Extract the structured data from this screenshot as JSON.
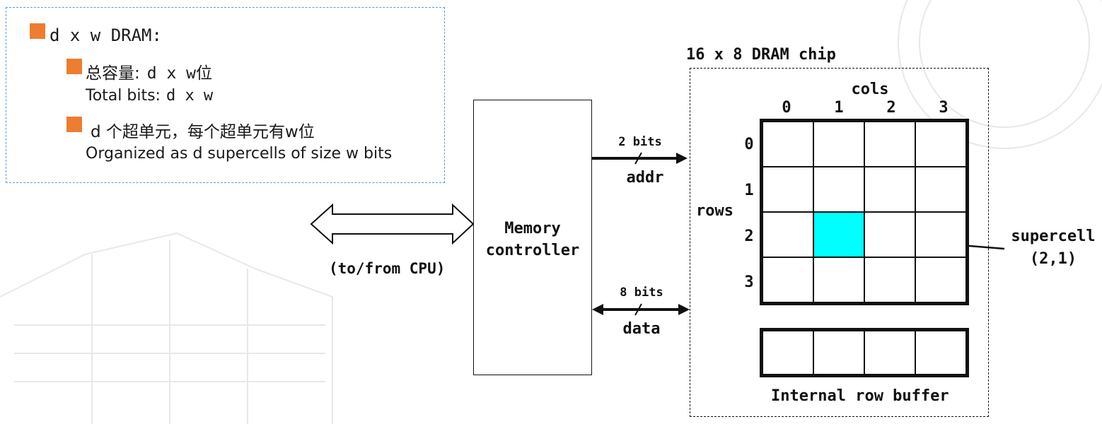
{
  "panel": {
    "heading": "d x w DRAM:",
    "item1_cn_prefix": "总容量:",
    "item1_cn_code": "d x w",
    "item1_cn_suffix": "位",
    "item1_en_prefix": "Total bits:",
    "item1_en_code": "d x w",
    "item2_cn": "d 个超单元，每个超单元有w位",
    "item2_en": "Organized as d supercells of size w bits"
  },
  "diagram": {
    "cpu_label": "(to/from CPU)",
    "controller_line1": "Memory",
    "controller_line2": "controller",
    "addr_bits": "2 bits",
    "addr_label": "addr",
    "data_bits": "8 bits",
    "data_label": "data",
    "chip_title": "16 x 8 DRAM chip",
    "cols_label": "cols",
    "rows_label": "rows",
    "col_indices": [
      "0",
      "1",
      "2",
      "3"
    ],
    "row_indices": [
      "0",
      "1",
      "2",
      "3"
    ],
    "supercell_line1": "supercell",
    "supercell_line2": "(2,1)",
    "row_buffer_label": "Internal row buffer",
    "highlight_cell": {
      "row": 2,
      "col": 1
    },
    "highlight_color": "#00ffff"
  },
  "colors": {
    "bullet": "#ed7d31",
    "panel_border": "#5b9bd5"
  }
}
